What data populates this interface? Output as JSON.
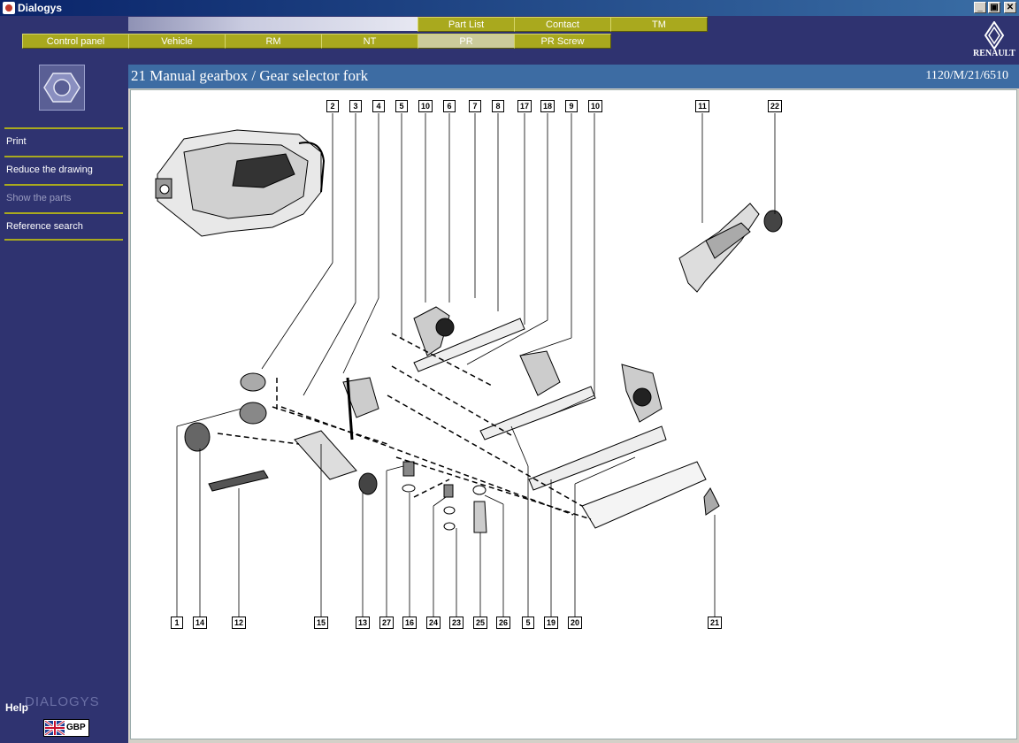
{
  "window": {
    "title": "Dialogys",
    "minimize": "_",
    "maximize": "▣",
    "close": "✕"
  },
  "tabs_top": [
    {
      "label": "Part List"
    },
    {
      "label": "Contact"
    },
    {
      "label": "TM"
    }
  ],
  "tabs_bottom": [
    {
      "label": "Control panel"
    },
    {
      "label": "Vehicle"
    },
    {
      "label": "RM"
    },
    {
      "label": "NT"
    },
    {
      "label": "PR",
      "active": true
    },
    {
      "label": "PR Screw"
    }
  ],
  "brand": {
    "name": "RENAULT"
  },
  "sidebar": {
    "items": [
      {
        "label": "Print"
      },
      {
        "label": "Reduce the drawing"
      },
      {
        "label": "Show the parts",
        "disabled": true
      },
      {
        "label": "Reference search"
      }
    ],
    "help": "Help",
    "watermark": "DIALOGYS",
    "language": "GBP"
  },
  "page": {
    "title": "21 Manual gearbox / Gear selector fork",
    "reference": "1120/M/21/6510"
  },
  "callouts_top": [
    "2",
    "3",
    "4",
    "5",
    "10",
    "6",
    "7",
    "8",
    "17",
    "18",
    "9",
    "10",
    "11",
    "22"
  ],
  "callouts_bottom": [
    "1",
    "14",
    "12",
    "15",
    "13",
    "27",
    "16",
    "24",
    "23",
    "25",
    "26",
    "5",
    "19",
    "20",
    "21"
  ],
  "colors": {
    "navy": "#2f3370",
    "olive": "#a9a91e",
    "header_blue": "#3d6ca3"
  }
}
